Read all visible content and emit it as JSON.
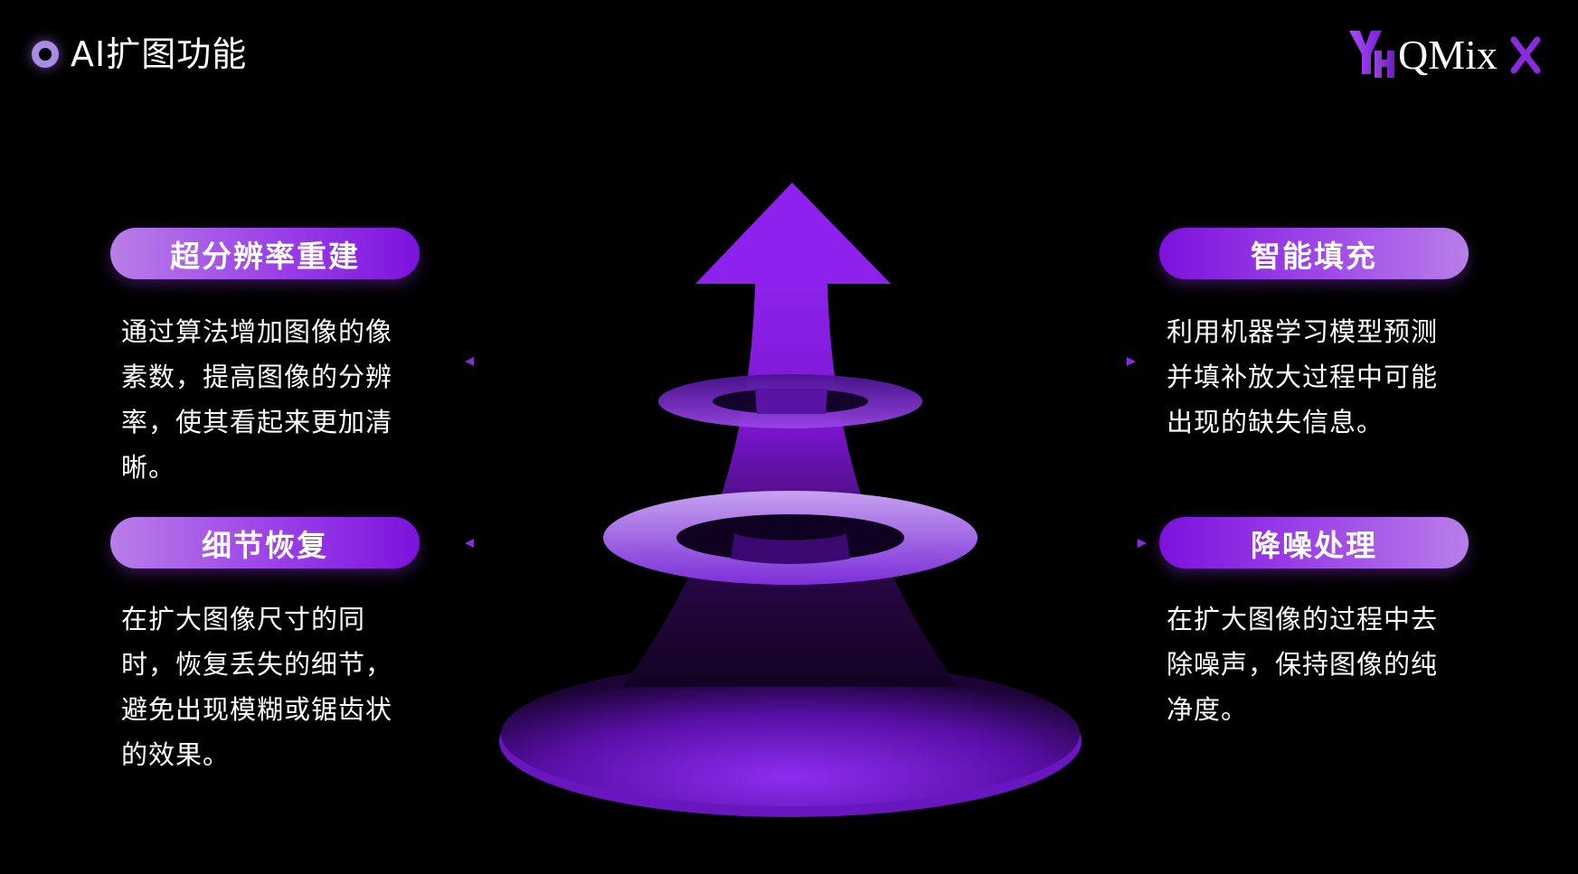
{
  "header": {
    "title": "AI扩图功能",
    "logo_text": "QMix"
  },
  "features": {
    "left_top": {
      "title": "超分辨率重建",
      "description": "通过算法增加图像的像素数，提高图像的分辨率，使其看起来更加清晰。"
    },
    "right_top": {
      "title": "智能填充",
      "description": "利用机器学习模型预测并填补放大过程中可能出现的缺失信息。"
    },
    "left_bottom": {
      "title": "细节恢复",
      "description": "在扩大图像尺寸的同时，恢复丢失的细节，避免出现模糊或锯齿状的效果。"
    },
    "right_bottom": {
      "title": "降噪处理",
      "description": "在扩大图像的过程中去除噪声，保持图像的纯净度。"
    }
  },
  "colors": {
    "accent": "#8a2be2",
    "accent_light": "#b87ee8",
    "background": "#000000"
  },
  "icons": [
    "ring-bullet-icon",
    "up-arrow-icon",
    "arrow-left-icon",
    "arrow-right-icon"
  ]
}
